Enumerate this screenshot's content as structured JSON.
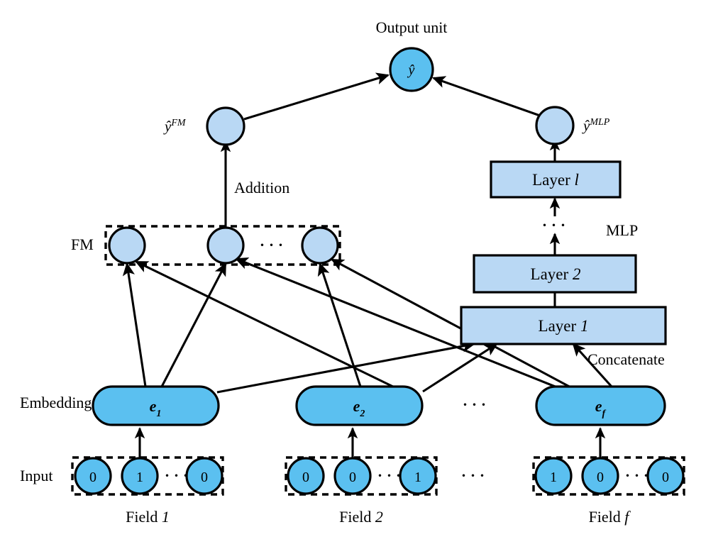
{
  "figure": {
    "title": "DeepFM-style neural network architecture diagram",
    "type": "diagram",
    "background_color": "#FFFFFF",
    "colors": {
      "strong_blue": "#5BC0F0",
      "light_blue": "#B9D8F4",
      "outline": "#000000"
    }
  },
  "labels": {
    "output_unit": "Output  unit",
    "fm": "FM",
    "mlp": "MLP",
    "addition": "Addition",
    "concatenate": "Concatenate",
    "embedding": "Embedding",
    "input": "Input"
  },
  "nodes": {
    "output": {
      "name": "y-hat",
      "text": "ŷ",
      "fill": "#5BC0F0"
    },
    "fm_out": {
      "name": "y-hat-FM",
      "base": "ŷ",
      "sup": "FM",
      "fill": "#B9D8F4"
    },
    "mlp_out": {
      "name": "y-hat-MLP",
      "base": "ŷ",
      "sup": "MLP",
      "fill": "#B9D8F4"
    }
  },
  "fm_layer": {
    "label": "FM",
    "node_count": 3,
    "ellipsis": "···",
    "fill": "#B9D8F4"
  },
  "mlp_layers": [
    {
      "label_prefix": "Layer",
      "label_value": "l",
      "name": "layer-l"
    },
    {
      "label_prefix": "Layer",
      "label_value": "2",
      "name": "layer-2"
    },
    {
      "label_prefix": "Layer",
      "label_value": "1",
      "name": "layer-1"
    }
  ],
  "mlp_ellipsis": "···",
  "embeddings": [
    {
      "base": "e",
      "sub": "1",
      "name": "embedding-e1"
    },
    {
      "base": "e",
      "sub": "2",
      "name": "embedding-e2"
    },
    {
      "base": "e",
      "sub": "f",
      "name": "embedding-ef"
    }
  ],
  "embedding_ellipsis": "···",
  "fields": [
    {
      "name": "field-1",
      "label_prefix": "Field",
      "label_value": "1",
      "values": [
        "0",
        "1",
        "0"
      ],
      "ellipsis": "···"
    },
    {
      "name": "field-2",
      "label_prefix": "Field",
      "label_value": "2",
      "values": [
        "0",
        "0",
        "1"
      ],
      "ellipsis": "···"
    },
    {
      "name": "field-f",
      "label_prefix": "Field",
      "label_value": "f",
      "values": [
        "1",
        "0",
        "0"
      ],
      "ellipsis": "···"
    }
  ],
  "field_ellipsis": "···"
}
